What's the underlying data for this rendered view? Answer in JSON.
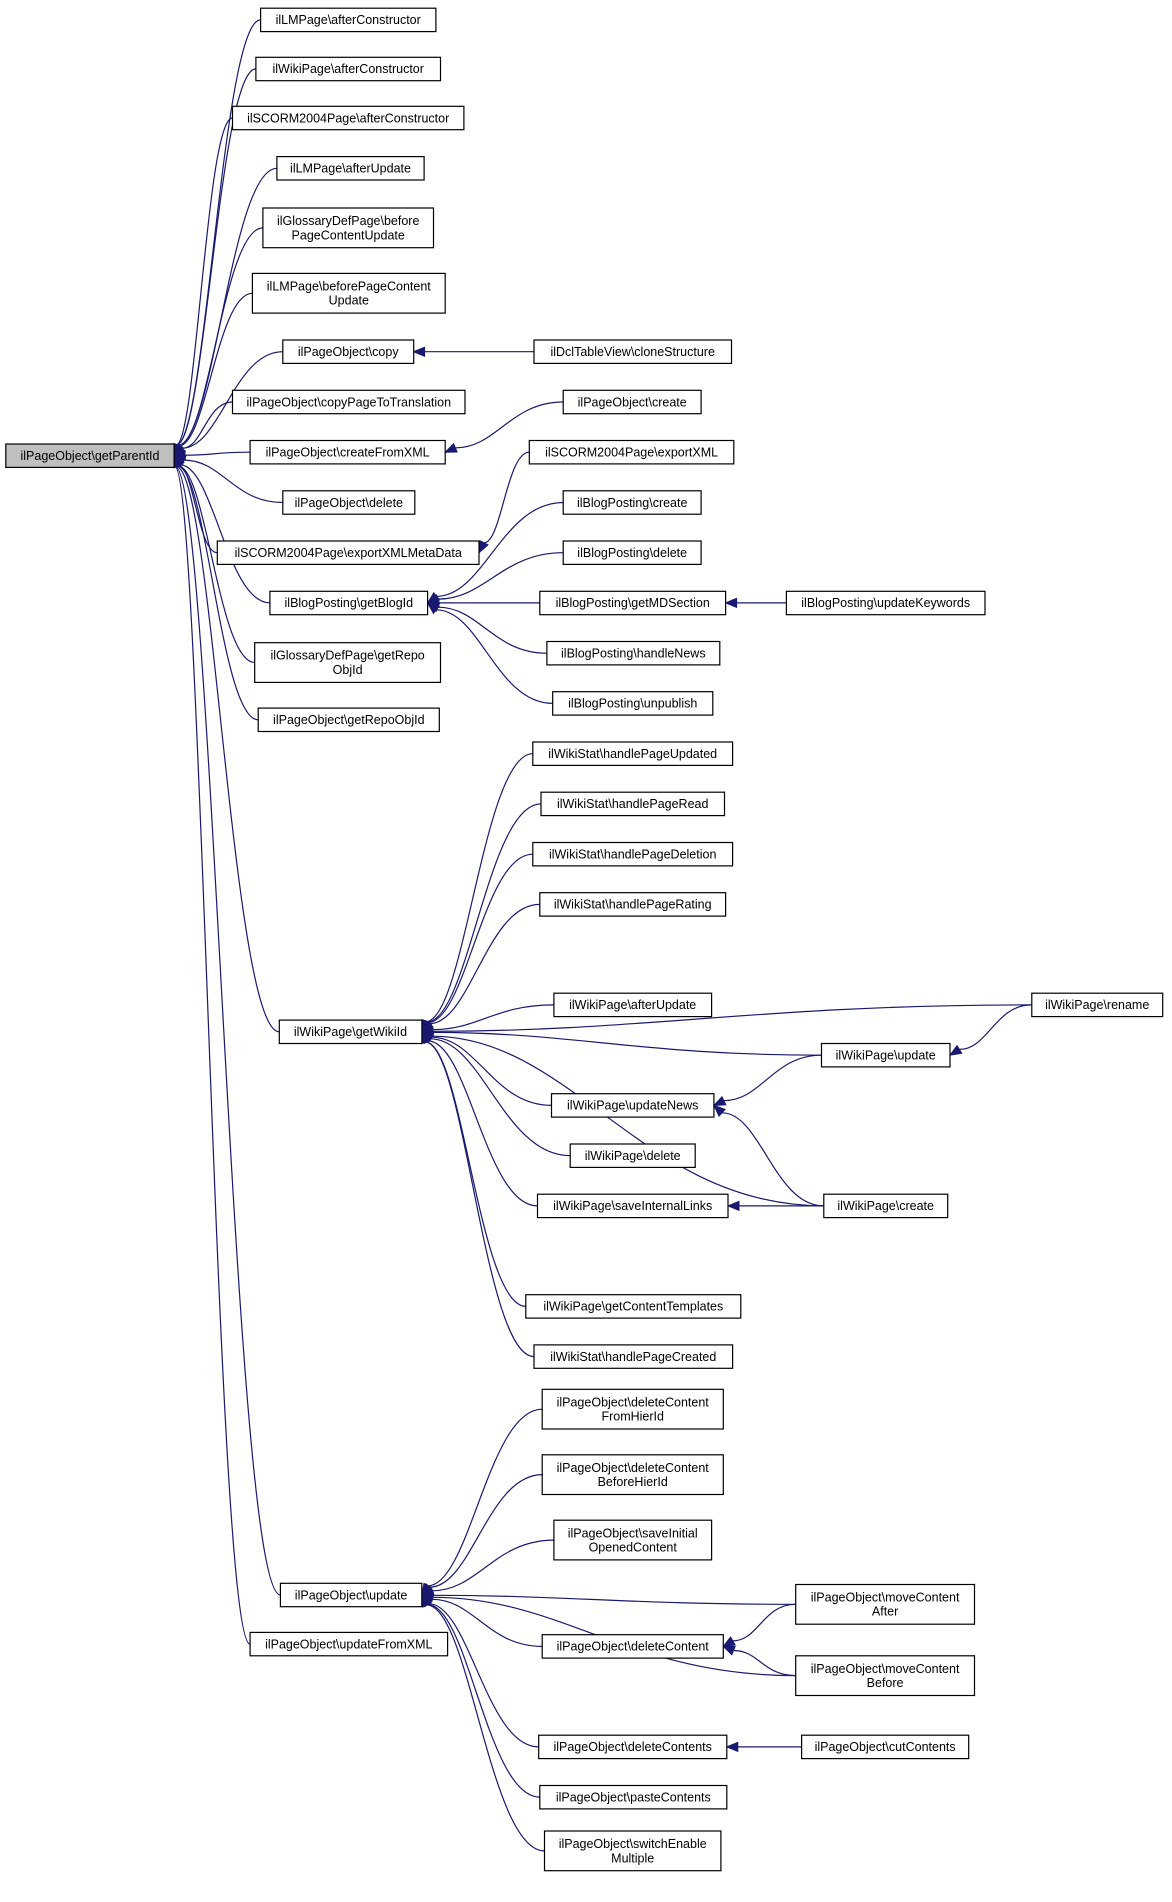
{
  "diagram": {
    "root": "ilPageObject\\getParentId",
    "nodes": [
      {
        "id": "root",
        "lines": [
          "ilPageObject\\getParentId"
        ],
        "root": true
      },
      {
        "id": "lm_after_ctor",
        "lines": [
          "ilLMPage\\afterConstructor"
        ]
      },
      {
        "id": "wiki_after_ctor",
        "lines": [
          "ilWikiPage\\afterConstructor"
        ]
      },
      {
        "id": "scorm_after_ctor",
        "lines": [
          "ilSCORM2004Page\\afterConstructor"
        ]
      },
      {
        "id": "lm_after_update",
        "lines": [
          "ilLMPage\\afterUpdate"
        ]
      },
      {
        "id": "gloss_before_pcu",
        "lines": [
          "ilGlossaryDefPage\\before",
          "PageContentUpdate"
        ]
      },
      {
        "id": "lm_before_pcu",
        "lines": [
          "ilLMPage\\beforePageContent",
          "Update"
        ]
      },
      {
        "id": "po_copy",
        "lines": [
          "ilPageObject\\copy"
        ]
      },
      {
        "id": "dcl_clone",
        "lines": [
          "ilDclTableView\\cloneStructure"
        ]
      },
      {
        "id": "po_copy_trans",
        "lines": [
          "ilPageObject\\copyPageToTranslation"
        ]
      },
      {
        "id": "po_create",
        "lines": [
          "ilPageObject\\create"
        ]
      },
      {
        "id": "po_create_xml",
        "lines": [
          "ilPageObject\\createFromXML"
        ]
      },
      {
        "id": "scorm_export",
        "lines": [
          "ilSCORM2004Page\\exportXML"
        ]
      },
      {
        "id": "po_delete",
        "lines": [
          "ilPageObject\\delete"
        ]
      },
      {
        "id": "scorm_export_meta",
        "lines": [
          "ilSCORM2004Page\\exportXMLMetaData"
        ]
      },
      {
        "id": "blog_create",
        "lines": [
          "ilBlogPosting\\create"
        ]
      },
      {
        "id": "blog_delete",
        "lines": [
          "ilBlogPosting\\delete"
        ]
      },
      {
        "id": "blog_getblogid",
        "lines": [
          "ilBlogPosting\\getBlogId"
        ]
      },
      {
        "id": "blog_getmd",
        "lines": [
          "ilBlogPosting\\getMDSection"
        ]
      },
      {
        "id": "blog_updkw",
        "lines": [
          "ilBlogPosting\\updateKeywords"
        ]
      },
      {
        "id": "blog_news",
        "lines": [
          "ilBlogPosting\\handleNews"
        ]
      },
      {
        "id": "gloss_getrepo",
        "lines": [
          "ilGlossaryDefPage\\getRepo",
          "ObjId"
        ]
      },
      {
        "id": "blog_unpub",
        "lines": [
          "ilBlogPosting\\unpublish"
        ]
      },
      {
        "id": "po_getrepo",
        "lines": [
          "ilPageObject\\getRepoObjId"
        ]
      },
      {
        "id": "ws_updated",
        "lines": [
          "ilWikiStat\\handlePageUpdated"
        ]
      },
      {
        "id": "ws_read",
        "lines": [
          "ilWikiStat\\handlePageRead"
        ]
      },
      {
        "id": "ws_deletion",
        "lines": [
          "ilWikiStat\\handlePageDeletion"
        ]
      },
      {
        "id": "ws_rating",
        "lines": [
          "ilWikiStat\\handlePageRating"
        ]
      },
      {
        "id": "wp_rename",
        "lines": [
          "ilWikiPage\\rename"
        ]
      },
      {
        "id": "wp_after_update",
        "lines": [
          "ilWikiPage\\afterUpdate"
        ]
      },
      {
        "id": "wp_getwikiid",
        "lines": [
          "ilWikiPage\\getWikiId"
        ]
      },
      {
        "id": "wp_update",
        "lines": [
          "ilWikiPage\\update"
        ]
      },
      {
        "id": "wp_updnews",
        "lines": [
          "ilWikiPage\\updateNews"
        ]
      },
      {
        "id": "wp_delete",
        "lines": [
          "ilWikiPage\\delete"
        ]
      },
      {
        "id": "wp_saveil",
        "lines": [
          "ilWikiPage\\saveInternalLinks"
        ]
      },
      {
        "id": "wp_create",
        "lines": [
          "ilWikiPage\\create"
        ]
      },
      {
        "id": "wp_gettmpl",
        "lines": [
          "ilWikiPage\\getContentTemplates"
        ]
      },
      {
        "id": "ws_created",
        "lines": [
          "ilWikiStat\\handlePageCreated"
        ]
      },
      {
        "id": "po_delc_from",
        "lines": [
          "ilPageObject\\deleteContent",
          "FromHierId"
        ]
      },
      {
        "id": "po_delc_before",
        "lines": [
          "ilPageObject\\deleteContent",
          "BeforeHierId"
        ]
      },
      {
        "id": "po_saveinit",
        "lines": [
          "ilPageObject\\saveInitial",
          "OpenedContent"
        ]
      },
      {
        "id": "po_update",
        "lines": [
          "ilPageObject\\update"
        ]
      },
      {
        "id": "po_move_after",
        "lines": [
          "ilPageObject\\moveContent",
          "After"
        ]
      },
      {
        "id": "po_update_xml",
        "lines": [
          "ilPageObject\\updateFromXML"
        ]
      },
      {
        "id": "po_delcontent",
        "lines": [
          "ilPageObject\\deleteContent"
        ]
      },
      {
        "id": "po_move_before",
        "lines": [
          "ilPageObject\\moveContent",
          "Before"
        ]
      },
      {
        "id": "po_delcontents",
        "lines": [
          "ilPageObject\\deleteContents"
        ]
      },
      {
        "id": "po_cut",
        "lines": [
          "ilPageObject\\cutContents"
        ]
      },
      {
        "id": "po_paste",
        "lines": [
          "ilPageObject\\pasteContents"
        ]
      },
      {
        "id": "po_switch",
        "lines": [
          "ilPageObject\\switchEnable",
          "Multiple"
        ]
      }
    ],
    "edges": [
      [
        "lm_after_ctor",
        "root"
      ],
      [
        "wiki_after_ctor",
        "root"
      ],
      [
        "scorm_after_ctor",
        "root"
      ],
      [
        "lm_after_update",
        "root"
      ],
      [
        "gloss_before_pcu",
        "root"
      ],
      [
        "lm_before_pcu",
        "root"
      ],
      [
        "po_copy",
        "root"
      ],
      [
        "po_copy_trans",
        "root"
      ],
      [
        "po_create_xml",
        "root"
      ],
      [
        "po_delete",
        "root"
      ],
      [
        "scorm_export_meta",
        "root"
      ],
      [
        "blog_getblogid",
        "root"
      ],
      [
        "gloss_getrepo",
        "root"
      ],
      [
        "po_getrepo",
        "root"
      ],
      [
        "wp_getwikiid",
        "root"
      ],
      [
        "po_update",
        "root"
      ],
      [
        "po_update_xml",
        "root"
      ],
      [
        "dcl_clone",
        "po_copy"
      ],
      [
        "po_create",
        "po_create_xml"
      ],
      [
        "scorm_export",
        "scorm_export_meta"
      ],
      [
        "blog_create",
        "blog_getblogid"
      ],
      [
        "blog_delete",
        "blog_getblogid"
      ],
      [
        "blog_getmd",
        "blog_getblogid"
      ],
      [
        "blog_news",
        "blog_getblogid"
      ],
      [
        "blog_unpub",
        "blog_getblogid"
      ],
      [
        "blog_updkw",
        "blog_getmd"
      ],
      [
        "ws_updated",
        "wp_getwikiid"
      ],
      [
        "ws_read",
        "wp_getwikiid"
      ],
      [
        "ws_deletion",
        "wp_getwikiid"
      ],
      [
        "ws_rating",
        "wp_getwikiid"
      ],
      [
        "wp_rename",
        "wp_getwikiid"
      ],
      [
        "wp_after_update",
        "wp_getwikiid"
      ],
      [
        "wp_update",
        "wp_getwikiid"
      ],
      [
        "wp_updnews",
        "wp_getwikiid"
      ],
      [
        "wp_delete",
        "wp_getwikiid"
      ],
      [
        "wp_saveil",
        "wp_getwikiid"
      ],
      [
        "wp_create",
        "wp_getwikiid"
      ],
      [
        "wp_gettmpl",
        "wp_getwikiid"
      ],
      [
        "ws_created",
        "wp_getwikiid"
      ],
      [
        "wp_rename",
        "wp_update"
      ],
      [
        "wp_update",
        "wp_updnews"
      ],
      [
        "wp_create",
        "wp_updnews"
      ],
      [
        "wp_create",
        "wp_saveil"
      ],
      [
        "po_delc_from",
        "po_update"
      ],
      [
        "po_delc_before",
        "po_update"
      ],
      [
        "po_saveinit",
        "po_update"
      ],
      [
        "po_move_after",
        "po_update"
      ],
      [
        "po_delcontent",
        "po_update"
      ],
      [
        "po_move_before",
        "po_update"
      ],
      [
        "po_delcontents",
        "po_update"
      ],
      [
        "po_paste",
        "po_update"
      ],
      [
        "po_switch",
        "po_update"
      ],
      [
        "po_move_after",
        "po_delcontent"
      ],
      [
        "po_move_before",
        "po_delcontent"
      ],
      [
        "po_cut",
        "po_delcontents"
      ]
    ]
  },
  "colors": {
    "edge": "#191970",
    "root_fill": "#bfbfbf",
    "node_fill": "#ffffff",
    "node_border": "#000000"
  }
}
